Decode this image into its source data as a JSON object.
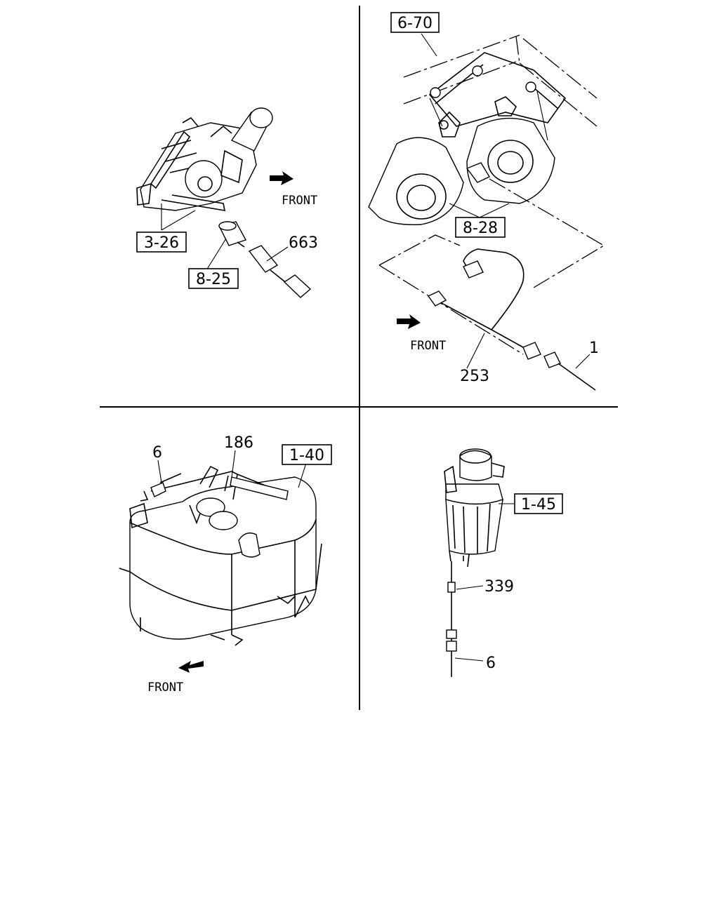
{
  "panels": {
    "top_left": {
      "boxed_labels": [
        "3-26",
        "8-25"
      ],
      "labels": [
        "663"
      ],
      "front_label": "FRONT"
    },
    "top_right": {
      "boxed_labels": [
        "6-70",
        "8-28"
      ],
      "labels": [
        "253",
        "1"
      ],
      "front_label": "FRONT"
    },
    "bottom_left": {
      "boxed_labels": [
        "1-40"
      ],
      "labels": [
        "6",
        "186"
      ],
      "front_label": "FRONT"
    },
    "bottom_right": {
      "boxed_labels": [
        "1-45"
      ],
      "labels": [
        "339",
        "6"
      ]
    }
  },
  "icons": [
    "front-arrow-icon"
  ]
}
